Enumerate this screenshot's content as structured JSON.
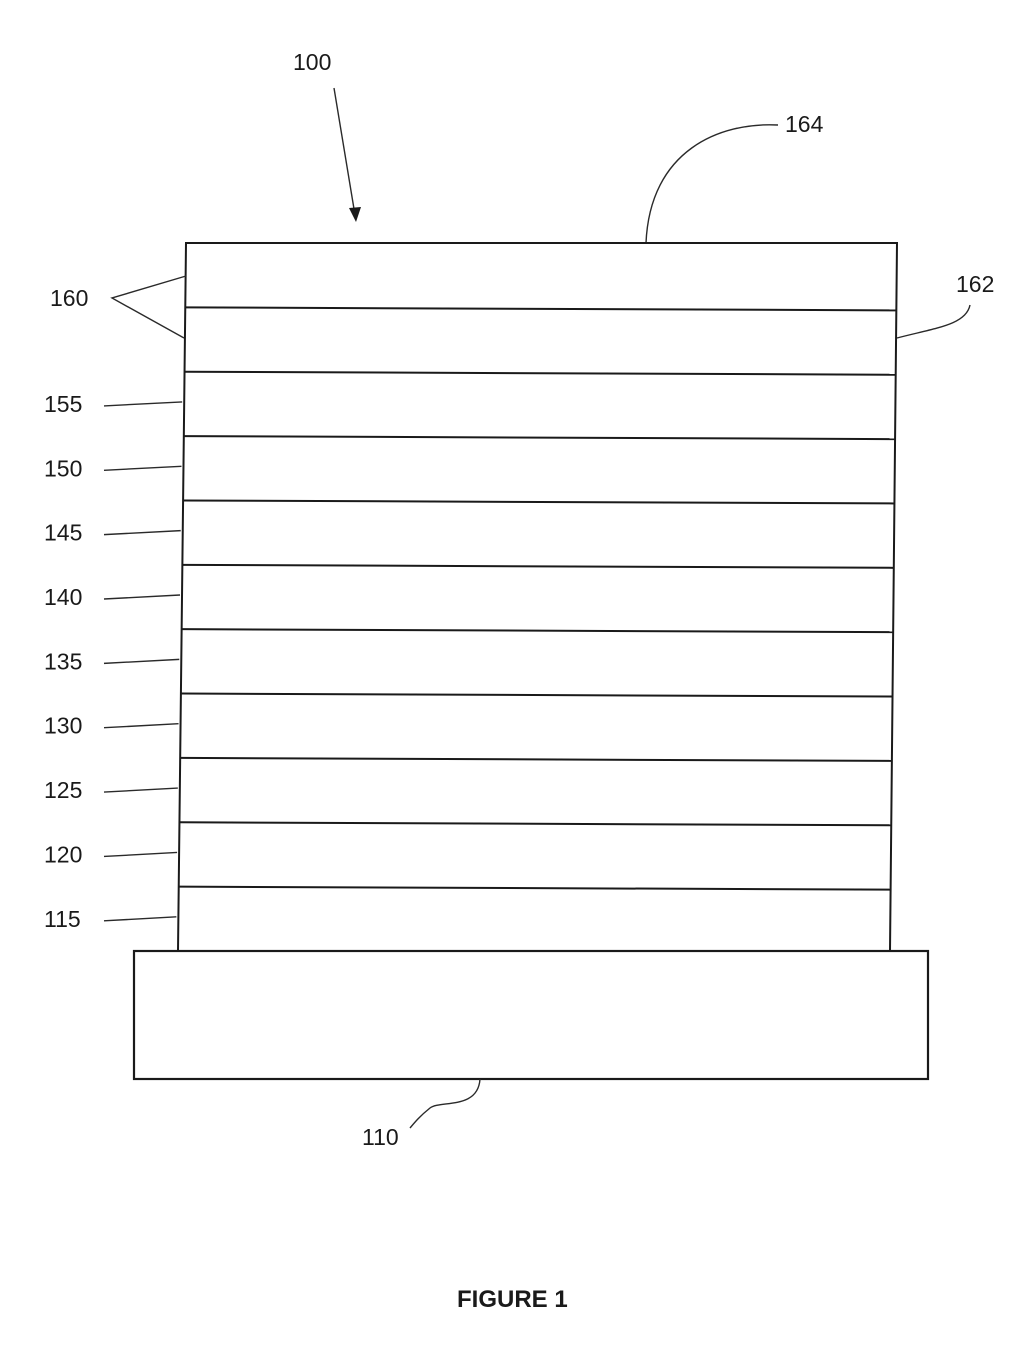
{
  "figure": {
    "device_ref": "100",
    "caption": "FIGURE 1",
    "substrate": {
      "ref": "110"
    },
    "side_ref": "162",
    "top_ref": "164",
    "pair_ref": "160",
    "layers": [
      {
        "ref": "115"
      },
      {
        "ref": "120"
      },
      {
        "ref": "125"
      },
      {
        "ref": "130"
      },
      {
        "ref": "135"
      },
      {
        "ref": "140"
      },
      {
        "ref": "145"
      },
      {
        "ref": "150"
      },
      {
        "ref": "155"
      },
      {
        "ref": ""
      },
      {
        "ref": ""
      }
    ]
  }
}
